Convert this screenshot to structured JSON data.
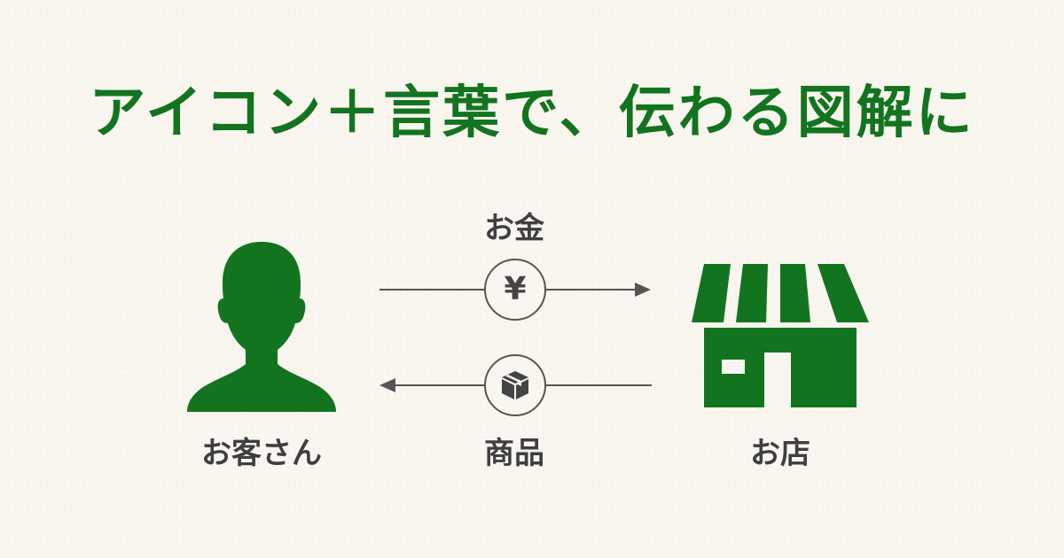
{
  "title": "アイコン＋言葉で、伝わる図解に",
  "colors": {
    "accent": "#13741f",
    "text": "#3f3f3f",
    "arrow": "#555555",
    "background": "#f8f6ef"
  },
  "nodes": {
    "customer": {
      "label": "お客さん",
      "icon": "person-icon"
    },
    "shop": {
      "label": "お店",
      "icon": "shop-icon"
    }
  },
  "flows": {
    "money": {
      "label": "お金",
      "direction": "customer-to-shop",
      "icon": "yen-icon",
      "symbol": "¥"
    },
    "goods": {
      "label": "商品",
      "direction": "shop-to-customer",
      "icon": "package-icon"
    }
  }
}
